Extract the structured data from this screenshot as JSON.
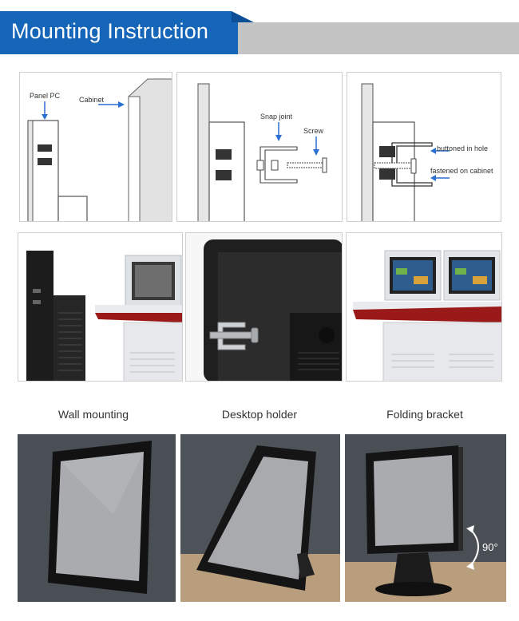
{
  "header": {
    "title": "Mounting Instruction"
  },
  "diagram1": {
    "panel_pc_label": "Panel PC",
    "cabinet_label": "Cabinet"
  },
  "diagram2": {
    "snap_joint_label": "Snap joint",
    "screw_label": "Screw"
  },
  "diagram3": {
    "buttoned_label": "buttoned in hole",
    "fastened_label": "fastened on cabinet"
  },
  "mounting_types": [
    {
      "label": "Wall mounting"
    },
    {
      "label": "Desktop holder"
    },
    {
      "label": "Folding bracket"
    }
  ],
  "bracket_angle": "90°",
  "colors": {
    "banner_blue": "#1565b8",
    "banner_gray": "#c4c4c4",
    "arrow_blue": "#2a6fd1",
    "console_red": "#9a1a1a"
  }
}
